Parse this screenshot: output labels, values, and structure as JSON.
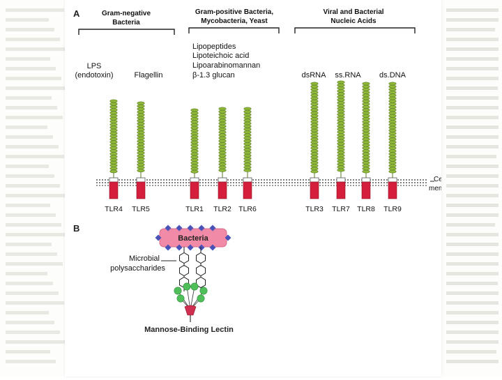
{
  "panel_a": {
    "letter": "A",
    "group_gram_negative": [
      "Gram-negative",
      "Bacteria"
    ],
    "group_gram_positive": [
      "Gram-positive Bacteria,",
      "Mycobacteria, Yeast"
    ],
    "group_viral": [
      "Viral and Bacterial",
      "Nucleic Acids"
    ],
    "ligand_lps": [
      "LPS",
      "(endotoxin)"
    ],
    "ligand_flagellin": "Flagellin",
    "ligand_gram_positive": [
      "Lipopeptides",
      "Lipoteichoic acid",
      "Lipoarabinomannan",
      "β-1.3 glucan"
    ],
    "ligand_dsrna": "dsRNA",
    "ligand_ssrna": "ss.RNA",
    "ligand_dsdna": "ds.DNA",
    "membrane_label": [
      "Cell",
      "membrane"
    ],
    "receptors": [
      {
        "label": "TLR4"
      },
      {
        "label": "TLR5"
      },
      {
        "label": "TLR1"
      },
      {
        "label": "TLR2"
      },
      {
        "label": "TLR6"
      },
      {
        "label": "TLR3"
      },
      {
        "label": "TLR7"
      },
      {
        "label": "TLR8"
      },
      {
        "label": "TLR9"
      }
    ]
  },
  "panel_b": {
    "letter": "B",
    "bacteria_label": "Bacteria",
    "polysaccharide_label": [
      "Microbial",
      "polysaccharides"
    ],
    "lectin_label": "Mannose-Binding Lectin"
  },
  "colors": {
    "receptor_green": "#8fb83a",
    "receptor_red": "#d41e3c",
    "bacteria_pink": "#f08aa6",
    "bacteria_blue": "#4a52b8",
    "lectin_green": "#4fbf5a",
    "lectin_red": "#cf3050"
  }
}
